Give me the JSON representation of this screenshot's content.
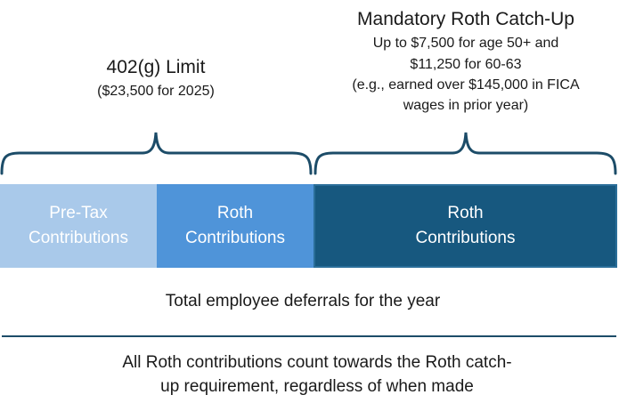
{
  "limit_label": {
    "title": "402(g) Limit",
    "subtitle": "($23,500 for 2025)"
  },
  "catchup_label": {
    "title": "Mandatory Roth Catch-Up",
    "lines": [
      "Up to $7,500 for age 50+ and",
      "$11,250 for 60-63",
      "(e.g., earned over $145,000 in FICA",
      "wages in prior year)"
    ]
  },
  "boxes": [
    {
      "line1": "Pre-Tax",
      "line2": "Contributions",
      "color": "#a9c9ea"
    },
    {
      "line1": "Roth",
      "line2": "Contributions",
      "color": "#4f94d9"
    },
    {
      "line1": "Roth",
      "line2": "Contributions",
      "color": "#17587f"
    }
  ],
  "total_label": "Total employee deferrals for the year",
  "note_lines": [
    "All Roth contributions count towards the Roth catch-",
    "up requirement, regardless of when made"
  ],
  "colors": {
    "brace": "#1c4c68",
    "text": "#1a1a1a"
  }
}
